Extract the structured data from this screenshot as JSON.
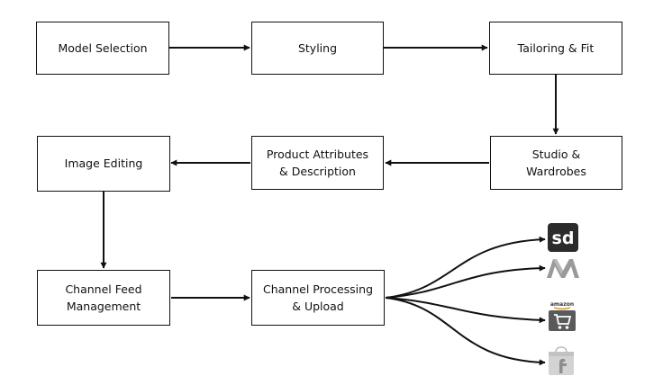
{
  "steps": {
    "model_selection": "Model Selection",
    "styling": "Styling",
    "tailoring_fit": "Tailoring & Fit",
    "studio_wardrobes": "Studio &\nWardrobes",
    "product_attributes": "Product Attributes\n& Description",
    "image_editing": "Image Editing",
    "channel_feed": "Channel Feed\nManagement",
    "channel_processing": "Channel Processing\n& Upload"
  },
  "channels": [
    {
      "icon": "snapdeal-logo-icon",
      "text": "sd",
      "color": "#2b2b2b"
    },
    {
      "icon": "myntra-logo-icon",
      "color": "#9a9a9a"
    },
    {
      "icon": "amazon-cart-logo-icon",
      "text": "amazon",
      "color": "#555555"
    },
    {
      "icon": "flipkart-bag-logo-icon",
      "color": "#9a9a9a"
    }
  ],
  "colors": {
    "stroke": "#111111",
    "box_border": "#111111"
  }
}
